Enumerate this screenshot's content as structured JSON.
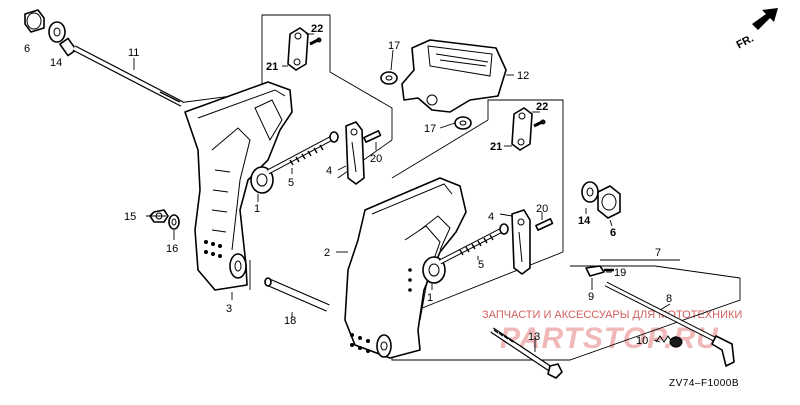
{
  "diagram": {
    "code": "ZV74–F1000B",
    "direction": "FR.",
    "watermark_text": "ЗАПЧАСТИ И АКСЕССУАРЫ ДЛЯ МОТОТЕХНИКИ",
    "watermark_logo": "PARTSTOP.RU",
    "labels": {
      "p1a": "1",
      "p1b": "1",
      "p2": "2",
      "p3": "3",
      "p4a": "4",
      "p4b": "4",
      "p5a": "5",
      "p5b": "5",
      "p6a": "6",
      "p6b": "6",
      "p7": "7",
      "p8": "8",
      "p9": "9",
      "p10": "10",
      "p11": "11",
      "p12": "12",
      "p13": "13",
      "p14a": "14",
      "p14b": "14",
      "p15": "15",
      "p16": "16",
      "p17a": "17",
      "p17b": "17",
      "p18": "18",
      "p19": "19",
      "p20a": "20",
      "p20b": "20",
      "p21a": "21",
      "p21b": "21",
      "p22a": "22",
      "p22b": "22"
    }
  },
  "icons": {
    "direction_arrow": "fr-arrow-icon"
  }
}
